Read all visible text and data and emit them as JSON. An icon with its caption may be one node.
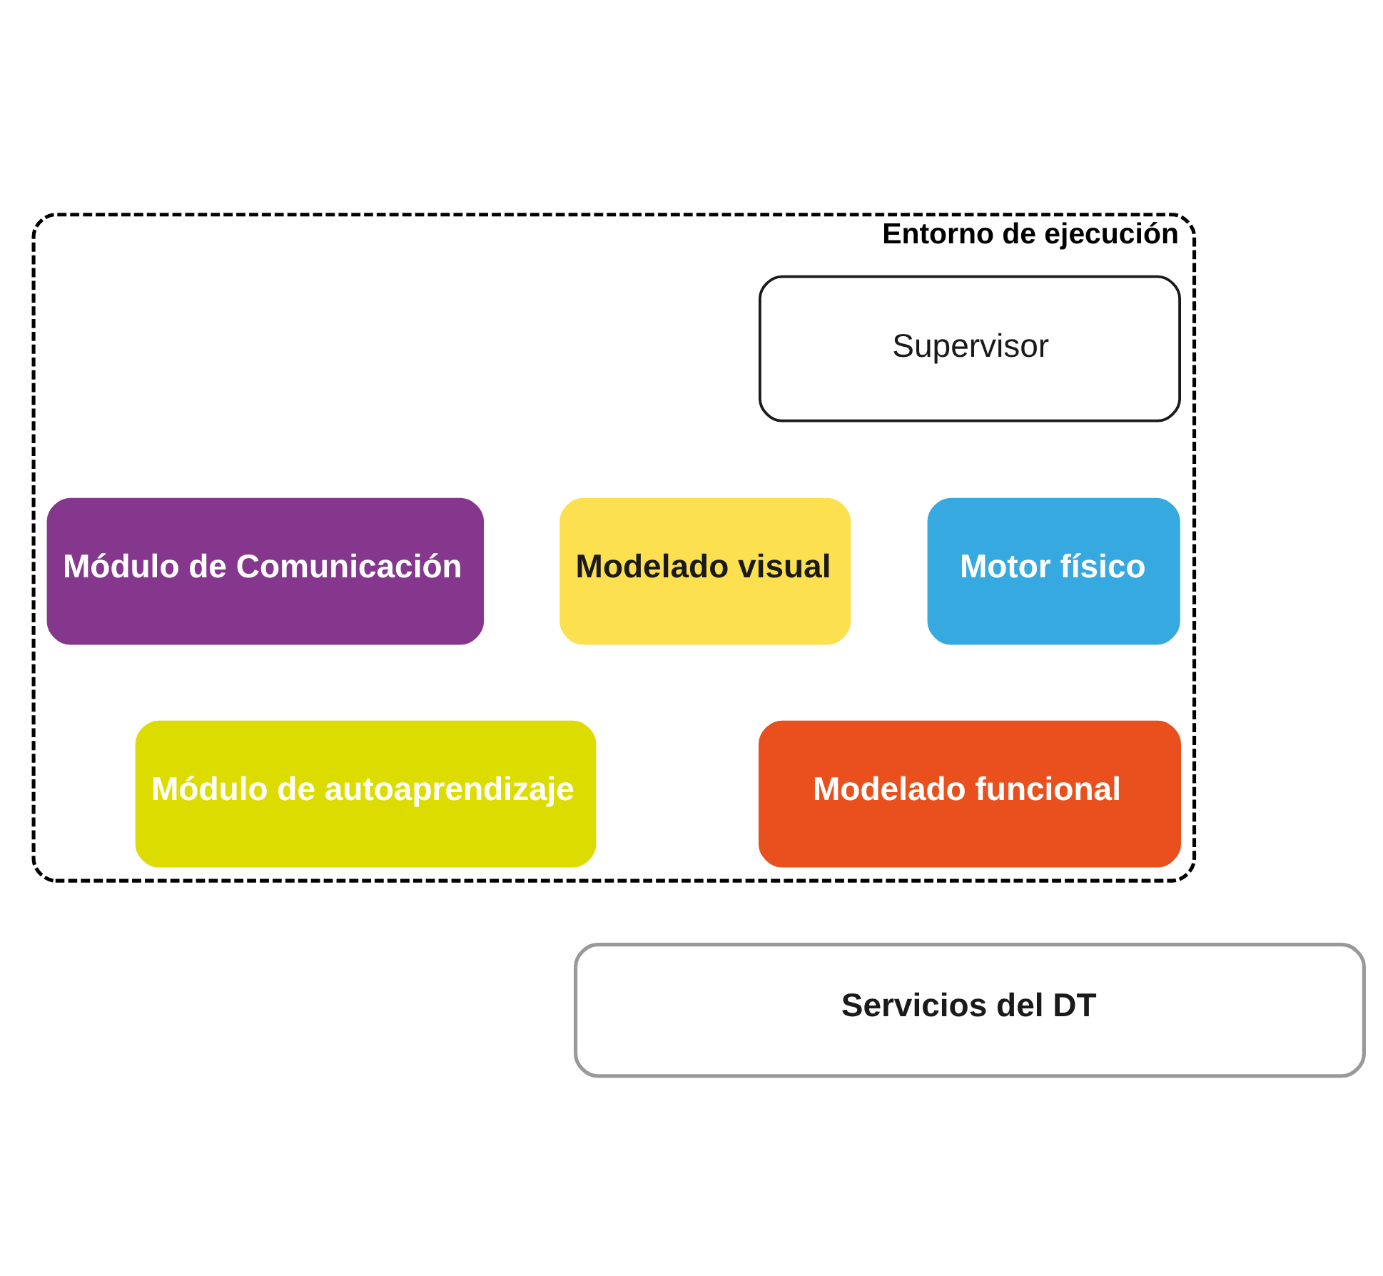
{
  "diagram": {
    "nodes": [
      {
        "text": [
          "Entorno de ejecución"
        ]
      },
      {
        "text": [
          "Supervisor"
        ],
        "in": 0
      },
      {
        "text": [
          "Motor físico"
        ],
        "in": 0
      },
      {
        "text": [
          "Modelado visual"
        ],
        "in": 0
      },
      {
        "text": [
          "Módulo de Comunicación"
        ],
        "in": 0
      },
      {
        "text": [
          "Modelado funcional"
        ],
        "in": 0
      },
      {
        "text": [
          "Módulo de autoaprendizaje"
        ],
        "in": 0
      },
      {
        "text": [
          "Servicios del DT"
        ]
      }
    ],
    "edges": []
  }
}
